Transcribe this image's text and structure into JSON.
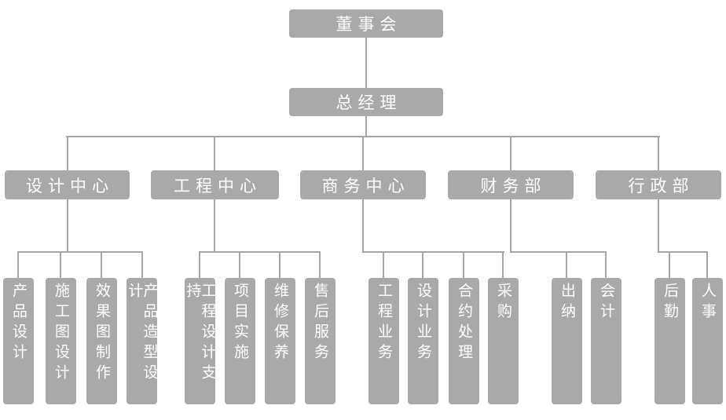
{
  "org": {
    "root": {
      "label": "董事会"
    },
    "general_manager": {
      "label": "总经理"
    },
    "departments": [
      {
        "label": "设计中心",
        "children": [
          {
            "label": "产品设计"
          },
          {
            "label": "施工图设计"
          },
          {
            "label": "效果图制作"
          },
          {
            "label": "产品造型设计"
          }
        ]
      },
      {
        "label": "工程中心",
        "children": [
          {
            "label": "工程设计支持"
          },
          {
            "label": "项目实施"
          },
          {
            "label": "维修保养"
          },
          {
            "label": "售后服务"
          }
        ]
      },
      {
        "label": "商务中心",
        "children": [
          {
            "label": "工程业务"
          },
          {
            "label": "设计业务"
          },
          {
            "label": "合约处理"
          },
          {
            "label": "采购"
          }
        ]
      },
      {
        "label": "财务部",
        "children": [
          {
            "label": "出纳"
          },
          {
            "label": "会计"
          }
        ]
      },
      {
        "label": "行政部",
        "children": [
          {
            "label": "后勤"
          },
          {
            "label": "人事"
          }
        ]
      }
    ]
  },
  "colors": {
    "box_fill": "#a9a9a9",
    "box_text": "#ffffff",
    "connector": "#a5a5a5",
    "background": "#ffffff"
  }
}
